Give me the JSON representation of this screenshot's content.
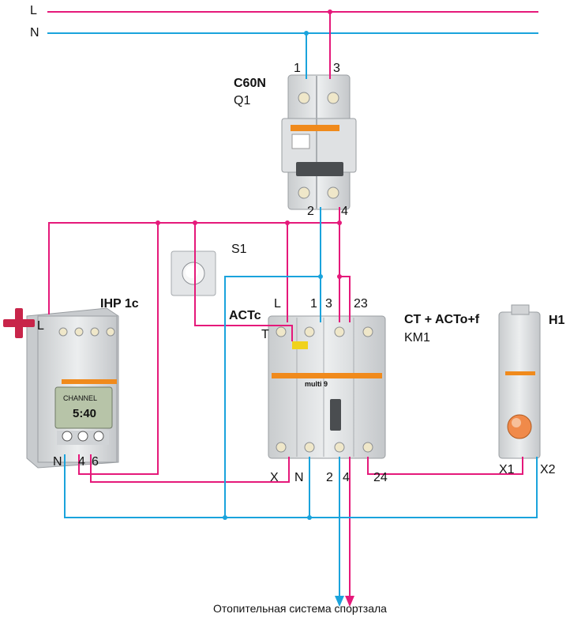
{
  "colors": {
    "phase": "#e5197a",
    "neutral": "#1aa3dc",
    "device": "#d7d9db"
  },
  "lines": {
    "phase_label": "L",
    "neutral_label": "N"
  },
  "breaker": {
    "title": "C60N",
    "ref": "Q1",
    "term_1": "1",
    "term_3": "3",
    "term_2": "2",
    "term_4": "4",
    "icon": "circuit-breaker-icon"
  },
  "switch": {
    "ref": "S1",
    "icon": "push-button-icon"
  },
  "timer": {
    "title": "IHP 1c",
    "term_l": "L",
    "term_n": "N",
    "term_4": "4",
    "term_6": "6",
    "display_brand": "CHANNEL",
    "display_time": "5:40",
    "icon": "time-switch-icon"
  },
  "contactor": {
    "aux_title": "ACTc",
    "title": "CT + ACTo+f",
    "ref": "KM1",
    "term_l": "L",
    "term_t": "T",
    "term_1": "1",
    "term_3": "3",
    "term_23": "23",
    "term_x": "X",
    "term_n": "N",
    "term_2": "2",
    "term_4": "4",
    "term_24": "24",
    "brand": "multi 9",
    "icon": "contactor-icon"
  },
  "lamp": {
    "title": "H1",
    "term_x1": "X1",
    "term_x2": "X2",
    "icon": "indicator-lamp-icon"
  },
  "caption": "Отопительная система спортзала"
}
